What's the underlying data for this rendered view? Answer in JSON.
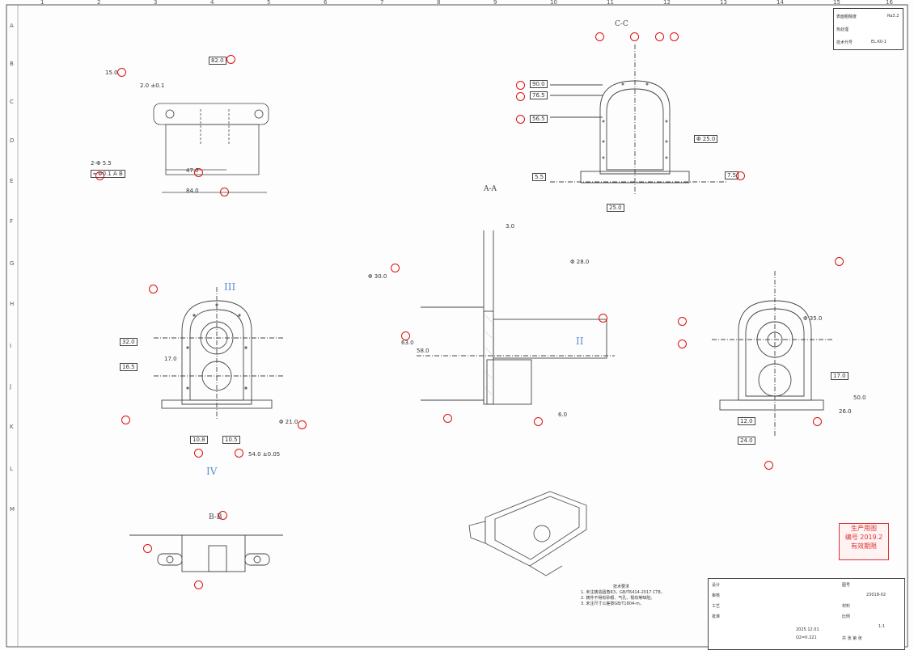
{
  "top_block": {
    "row1_label": "表面粗糙度",
    "row1_value": "Ra3.2",
    "row2_label": "热处理",
    "row3_label": "技术代号",
    "row3_value": "EL.K0-1"
  },
  "section_labels": {
    "cc": "C-C",
    "aa": "A-A",
    "bb": "B-B"
  },
  "view_markers": {
    "iii": "III",
    "iv": "IV",
    "ii": "II"
  },
  "dims": {
    "d_82": "82.0",
    "d_15": "15.0",
    "d_20": "2.0 ±0.1",
    "d_84": "84.0",
    "d_47": "47.0",
    "d_2phi": "2-Φ 5.5",
    "d_flat": "⌖ Φ0.1 A B",
    "d_90": "90.0",
    "d_765": "76.5",
    "d_565": "56.5",
    "d_55": "5.5",
    "d_75": "7.5",
    "d_25": "25.0",
    "d_170": "17.0",
    "d_phi25": "Φ 25.0",
    "d_phi21": "Φ 21.0",
    "d_32": "32.0",
    "d_165": "16.5",
    "d_108": "10.8",
    "d_105": "10.5",
    "d_54": "54.0 ±0.05",
    "d_phi30": "Φ 30.0",
    "d_63": "63.0",
    "d_58": "58.0",
    "d_phi28": "Φ 28.0",
    "d_30": "3.0",
    "d_240": "24.0",
    "d_260": "26.0",
    "d_120": "12.0",
    "d_500": "50.0",
    "d_phi35": "Φ 35.0",
    "d_170b": "17.0",
    "d_6": "6.0"
  },
  "title_block": {
    "drawing_no_label": "图号",
    "drawing_no": "23018-02",
    "material_label": "材料",
    "scale_label": "比例",
    "scale": "1:1",
    "sheet_label": "共 张 第 张",
    "date": "2025.12.01",
    "company": "Q2=0.221",
    "designer_label": "设计",
    "check_label": "审核",
    "approve_label": "批准",
    "process_label": "工艺"
  },
  "notes": {
    "title": "技术要求",
    "line1": "1. 未注铸造圆角R3，GB/T6414-2017 CT8。",
    "line2": "2. 铸件不得有砂眼、气孔、裂纹等缺陷。",
    "line3": "3. 未注尺寸公差按GB/T1804-m。"
  },
  "stamp": {
    "line1": "生产用图",
    "line2": "编号 2019.2",
    "line3": "有效期限"
  },
  "grid": {
    "cols": [
      "1",
      "2",
      "3",
      "4",
      "5",
      "6",
      "7",
      "8",
      "9",
      "10",
      "11",
      "12",
      "13",
      "14",
      "15",
      "16"
    ],
    "rows": [
      "A",
      "B",
      "C",
      "D",
      "E",
      "F",
      "G",
      "H",
      "I",
      "J",
      "K",
      "L",
      "M"
    ]
  }
}
